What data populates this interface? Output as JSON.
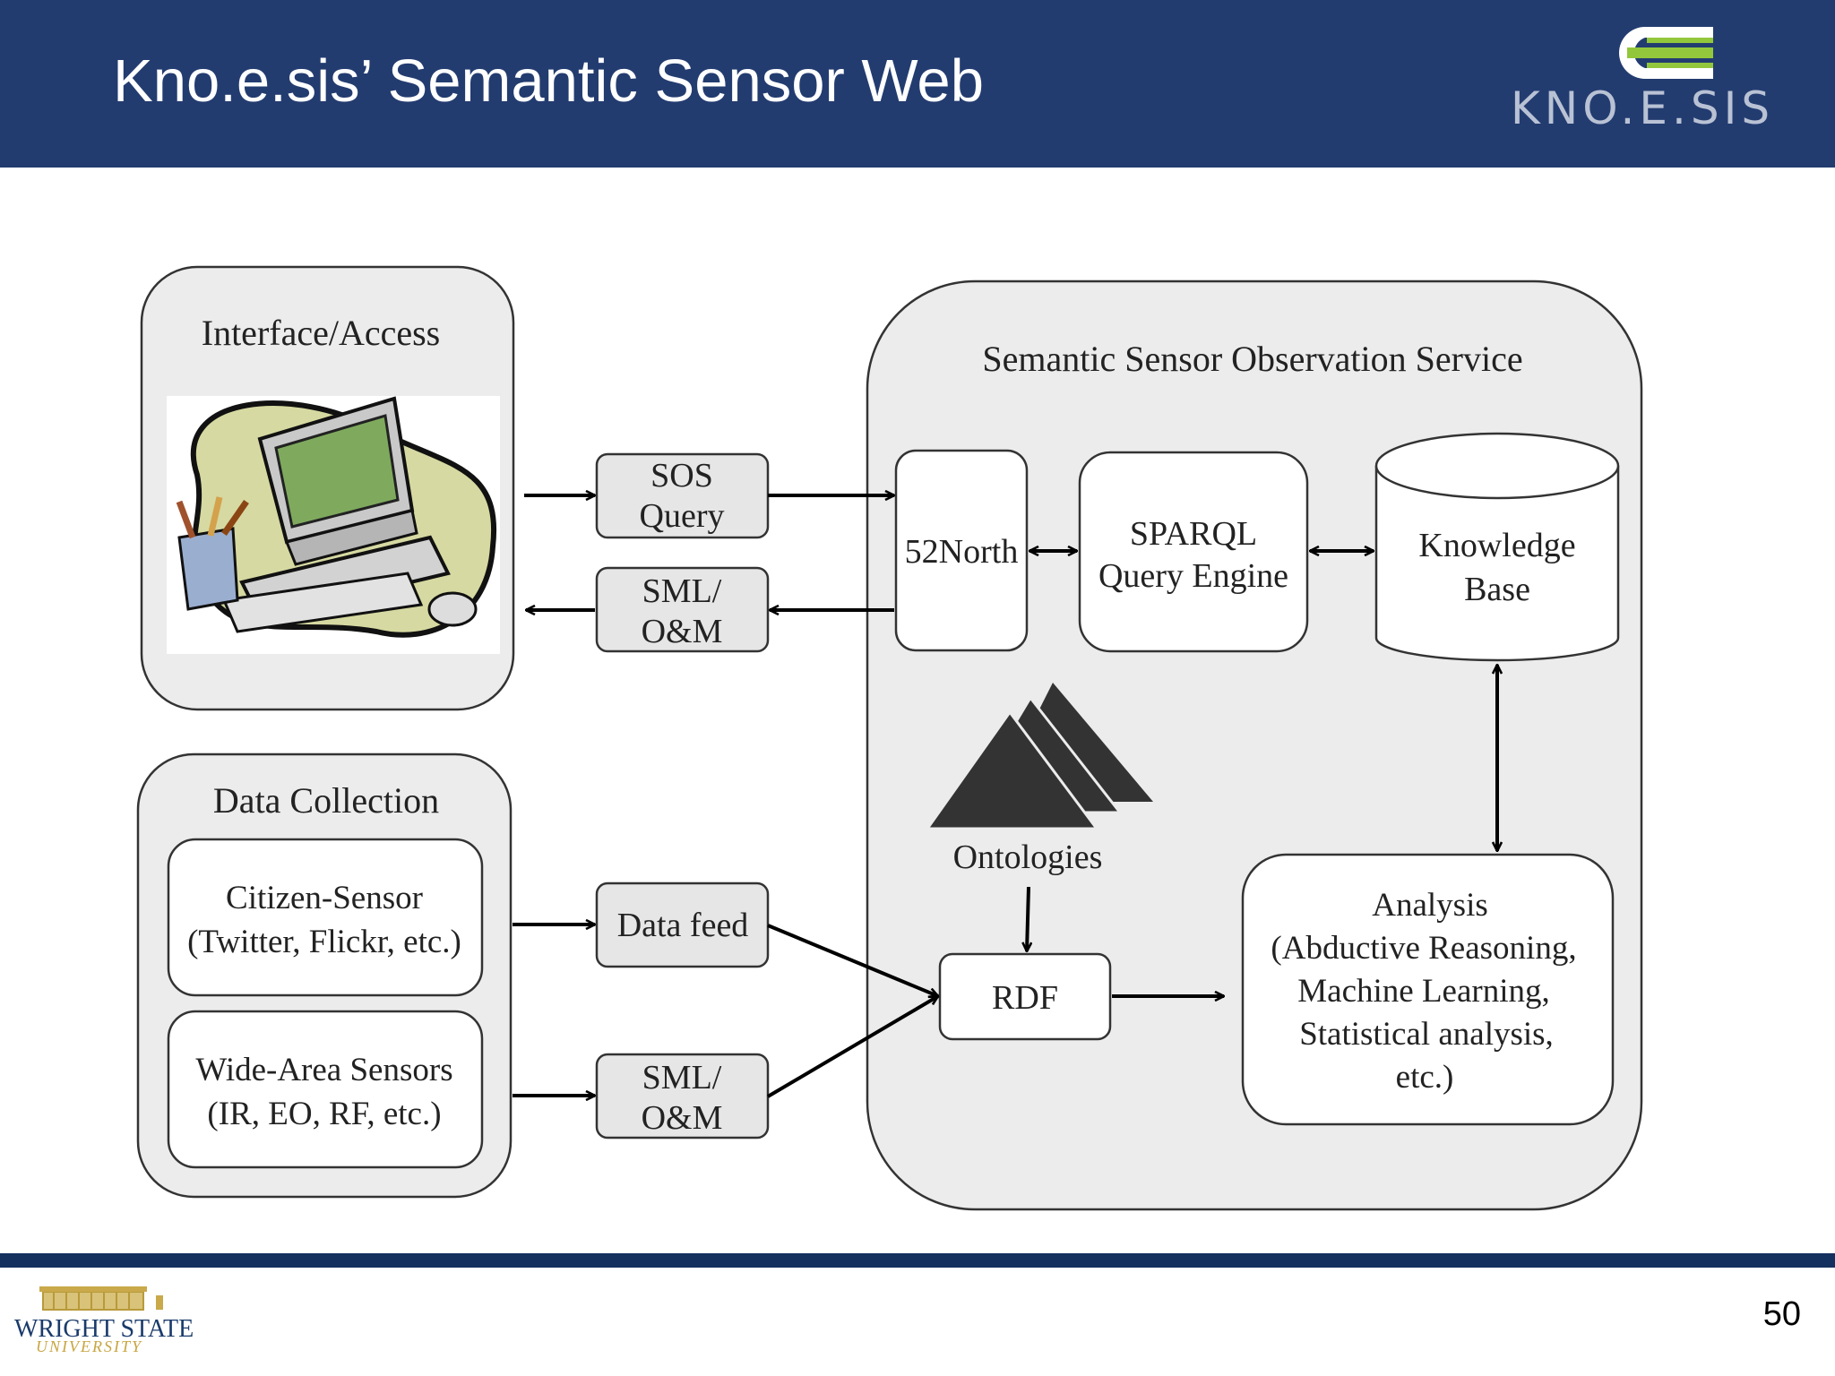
{
  "slide": {
    "title": "Kno.e.sis’ Semantic Sensor Web",
    "logo_text": "KNO.E.SIS",
    "page_number": "50",
    "university_logo": {
      "line1": "WRIGHT STATE",
      "line2": "UNIVERSITY"
    }
  },
  "diagram": {
    "interface": {
      "title": "Interface/Access"
    },
    "data_collection": {
      "title": "Data Collection",
      "citizen": {
        "line1": "Citizen-Sensor",
        "line2": "(Twitter, Flickr, etc.)"
      },
      "wide": {
        "line1": "Wide-Area Sensors",
        "line2": "(IR, EO, RF, etc.)"
      }
    },
    "messages": {
      "sos": {
        "line1": "SOS",
        "line2": "Query"
      },
      "sml_top": {
        "line1": "SML/",
        "line2": "O&M"
      },
      "data_feed": "Data feed",
      "sml_bottom": {
        "line1": "SML/",
        "line2": "O&M"
      }
    },
    "service": {
      "title": "Semantic Sensor Observation Service",
      "north": "52North",
      "sparql": {
        "line1": "SPARQL",
        "line2": "Query Engine"
      },
      "kb": {
        "line1": "Knowledge",
        "line2": "Base"
      },
      "ontologies": "Ontologies",
      "rdf": "RDF",
      "analysis": {
        "line1": "Analysis",
        "line2": "(Abductive Reasoning,",
        "line3": "Machine Learning,",
        "line4": "Statistical analysis,",
        "line5": "etc.)"
      }
    }
  }
}
